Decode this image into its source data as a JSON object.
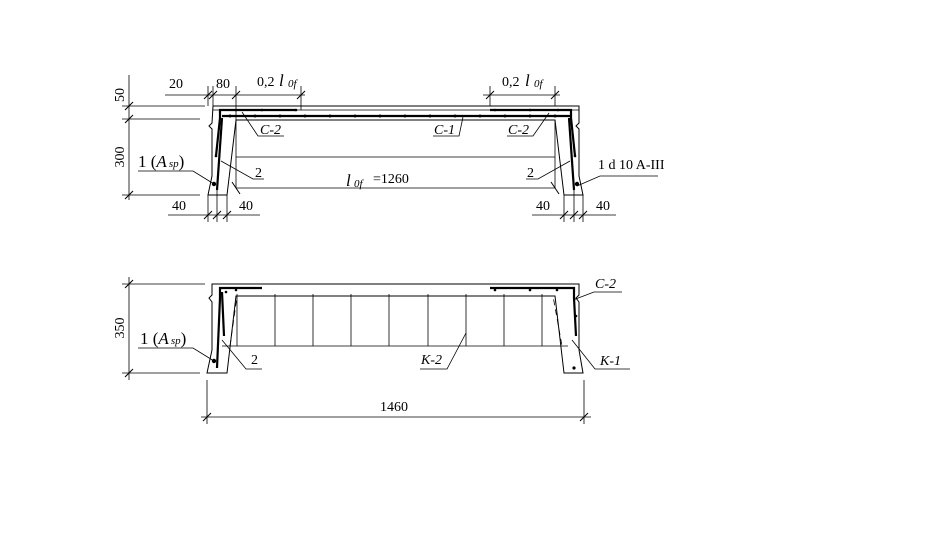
{
  "section_top": {
    "dims": {
      "d20": "20",
      "d80": "80",
      "d50": "50",
      "d300": "300",
      "d40_ll": "40",
      "d40_lr": "40",
      "d40_rl": "40",
      "d40_rr": "40"
    },
    "span_left": {
      "prefix": "0,2",
      "symbol": "l",
      "sub": "0f"
    },
    "span_right": {
      "prefix": "0,2",
      "symbol": "l",
      "sub": "0f"
    },
    "span_main": {
      "symbol": "l",
      "sub": "0f",
      "value": "=1260"
    },
    "labels": {
      "c2_left": "C-2",
      "c1": "C-1",
      "c2_right": "C-2",
      "n2_left": "2",
      "n2_right": "2",
      "rebar_note": "1 d 10 A-III",
      "main_rebar": {
        "prefix": "1 (",
        "symbol": "A",
        "sub": "sp",
        "suffix": ")"
      }
    }
  },
  "section_bottom": {
    "dims": {
      "d350": "350",
      "d1460": "1460"
    },
    "labels": {
      "c2": "C-2",
      "k2": "K-2",
      "k1": "K-1",
      "n2": "2",
      "main_rebar": {
        "prefix": "1 (",
        "symbol": "A",
        "sub": "sp",
        "suffix": ")"
      }
    }
  }
}
